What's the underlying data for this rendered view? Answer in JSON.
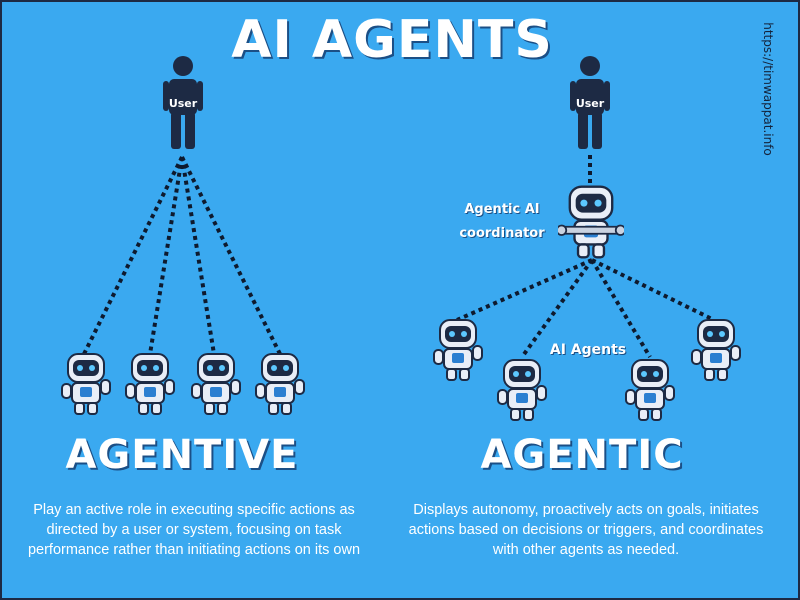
{
  "title": "AI AGENTS",
  "side_url": "https://timwappat.info",
  "left": {
    "user_label": "User",
    "heading": "AGENTIVE",
    "description": "Play an active role in executing specific actions as directed by a user or system, focusing on task performance rather than initiating actions on its own"
  },
  "right": {
    "user_label": "User",
    "coordinator_label": "Agentic AI coordinator",
    "agents_label": "AI Agents",
    "heading": "AGENTIC",
    "description": "Displays autonomy, proactively acts on goals, initiates actions based on decisions or triggers, and coordinates with other agents as needed."
  },
  "colors": {
    "background": "#3aa9f0",
    "figure": "#1d2a44",
    "text": "#ffffff"
  }
}
